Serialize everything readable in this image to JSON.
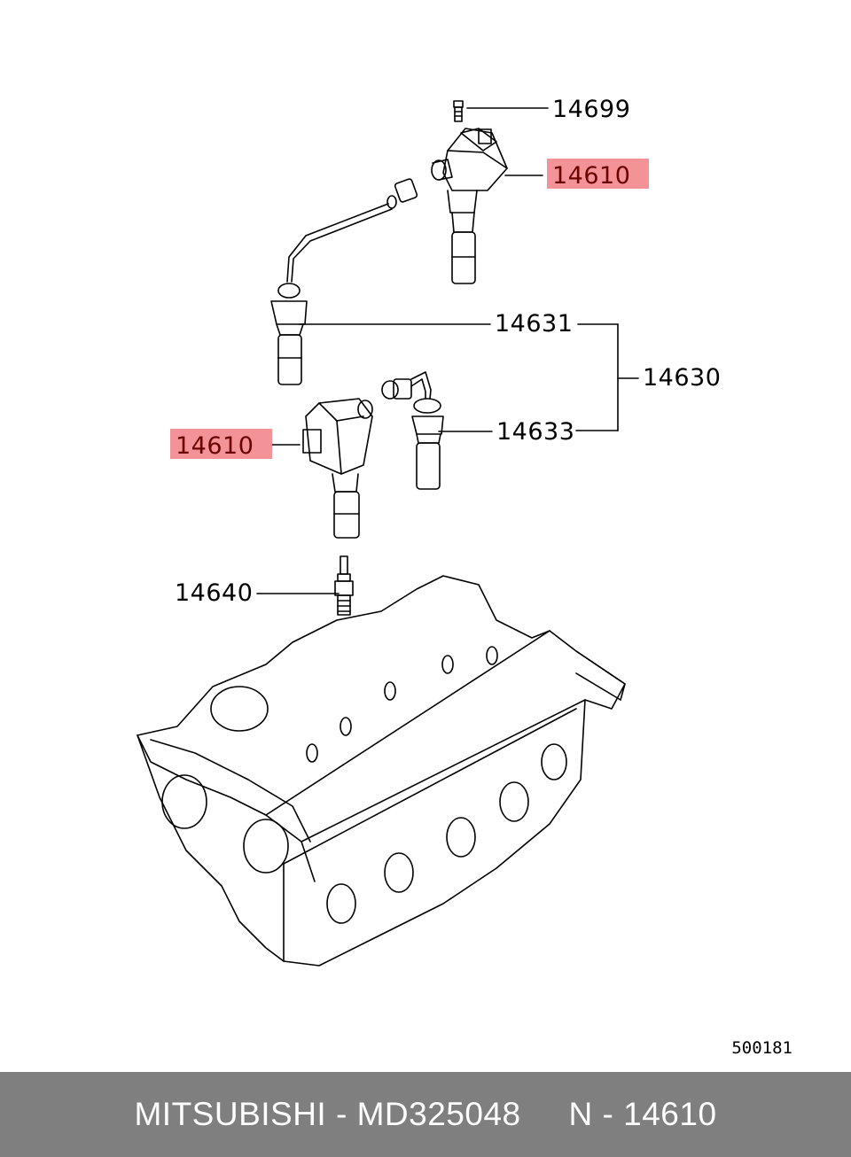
{
  "labels": {
    "bolt": "14699",
    "coil_top": "14610",
    "cable_long": "14631",
    "cable_set": "14630",
    "coil_left": "14610",
    "cable_short": "14633",
    "spark_plug": "14640"
  },
  "diagram_code": "500181",
  "footer": {
    "brand": "MITSUBISHI",
    "separator": " - ",
    "part_number": "MD325048",
    "ref": "N - 14610"
  },
  "colors": {
    "highlight": "#f2878c",
    "footer_bg": "#7f7f7f"
  }
}
